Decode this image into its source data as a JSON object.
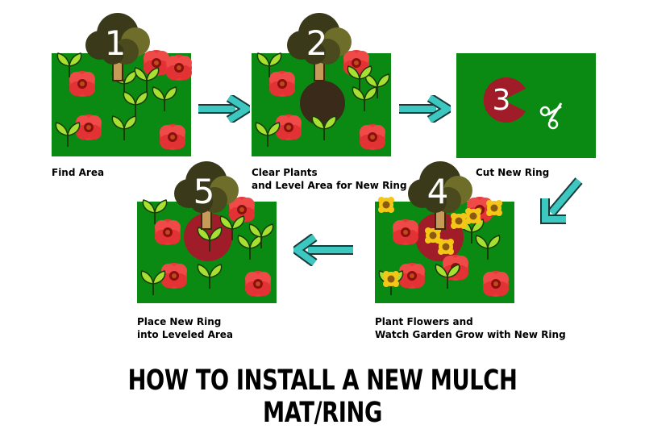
{
  "title": "HOW TO INSTALL A NEW MULCH MAT/RING",
  "colors": {
    "grass": "#0a8a12",
    "tree_canopy": "#3a3a1a",
    "tree_canopy_light": "#6e6e2a",
    "poppy": "#e8383a",
    "ring": "#a01c28",
    "arrow": "#3cc8c0"
  },
  "steps": [
    {
      "number": "1",
      "caption_lines": [
        "Find Area"
      ]
    },
    {
      "number": "2",
      "caption_lines": [
        "Clear Plants",
        "and Level Area for New Ring"
      ]
    },
    {
      "number": "3",
      "caption_lines": [
        "Cut New Ring"
      ]
    },
    {
      "number": "4",
      "caption_lines": [
        "Plant Flowers and",
        "Watch Garden Grow  with New Ring"
      ]
    },
    {
      "number": "5",
      "caption_lines": [
        "Place New Ring",
        "into Leveled Area"
      ]
    }
  ],
  "icons": {
    "tree": "tree-icon",
    "poppy": "poppy-icon",
    "seedling": "seedling-icon",
    "sunflower": "sunflower-icon",
    "scissors": "scissors-icon",
    "arrow": "arrow-icon"
  }
}
